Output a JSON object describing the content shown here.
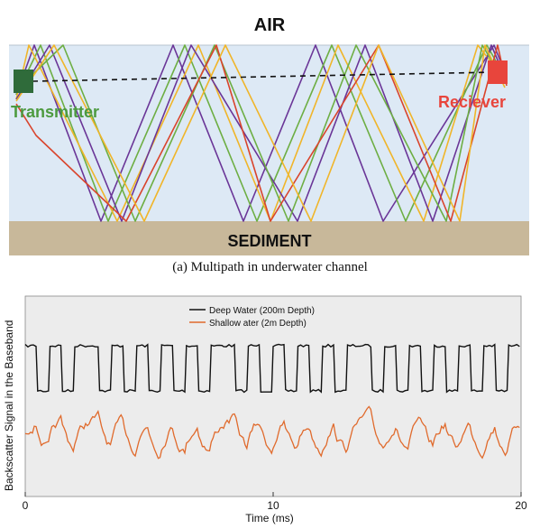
{
  "diagram_a": {
    "air_label": "AIR",
    "sediment_label": "SEDIMENT",
    "transmitter_label": "Transmitter",
    "receiver_label": "Reciever",
    "caption": "(a) Multipath in underwater channel",
    "colors": {
      "air": "#ffffff",
      "water": "#dde9f5",
      "sediment": "#c8b89a",
      "transmitter": "#2f6b3a",
      "receiver": "#e8453c",
      "transmitter_text": "#4c9a3f",
      "receiver_text": "#e8453c",
      "path_green": "#6dae43",
      "path_orange": "#f0b529",
      "path_purple": "#6a3597",
      "path_red": "#d9442c"
    }
  },
  "chart_data": {
    "type": "line",
    "title": "",
    "xlabel": "Time (ms)",
    "ylabel": "Backscatter Signal in the Baseband",
    "xlim": [
      0,
      20
    ],
    "x_ticks": [
      0,
      10,
      20
    ],
    "grid": false,
    "legend_position": "top-center",
    "series": [
      {
        "name": "Deep Water (200m Depth)",
        "color": "#111111"
      },
      {
        "name": "Shallow ater (2m Depth)",
        "color": "#e06a2c"
      }
    ],
    "background": "#ececec"
  }
}
